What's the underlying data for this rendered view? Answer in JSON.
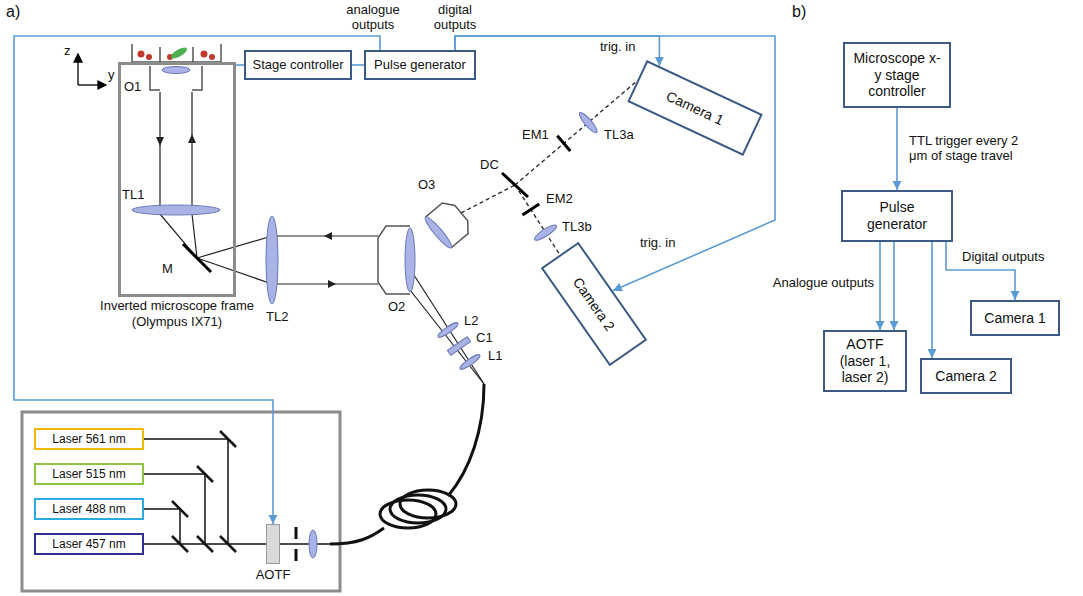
{
  "diagram": {
    "nodes": [
      {
        "text": [
          "Stage controller"
        ]
      },
      {
        "text": [
          "Pulse generator"
        ]
      },
      {
        "text": [
          "Camera 1"
        ]
      },
      {
        "text": [
          "Camera 2"
        ]
      },
      {
        "text": [
          "Inverted microscope frame (Olympus IX71)"
        ]
      },
      {
        "text": [
          "Laser 561 nm"
        ]
      },
      {
        "text": [
          "Laser 515 nm"
        ]
      },
      {
        "text": [
          "Laser 488 nm"
        ]
      },
      {
        "text": [
          "Laser 457 nm"
        ]
      },
      {
        "text": [
          "AOTF"
        ]
      },
      {
        "text": [
          "Microscope x-y stage controller"
        ]
      },
      {
        "text": [
          "Pulse generator"
        ]
      },
      {
        "text": [
          "AOTF (laser 1, laser 2)"
        ]
      },
      {
        "text": [
          "Camera 1"
        ]
      },
      {
        "text": [
          "Camera 2"
        ]
      }
    ],
    "edges": [
      {
        "from": 0,
        "to": 1,
        "arrow": "none"
      },
      {
        "from": 0,
        "to": 4,
        "arrow": "none"
      },
      {
        "from": 1,
        "to": 2,
        "arrow": "to"
      },
      {
        "from": 1,
        "to": 3,
        "arrow": "to"
      },
      {
        "from": 1,
        "to": 9,
        "arrow": "to"
      },
      {
        "from": 10,
        "to": 11,
        "label": "TTL trigger every 2 μm of stage travel",
        "arrow": "to"
      },
      {
        "from": 11,
        "to": 12,
        "arrow": "to"
      },
      {
        "from": 11,
        "to": 12,
        "arrow": "to"
      },
      {
        "from": 11,
        "to": 13,
        "arrow": "to"
      },
      {
        "from": 11,
        "to": 14,
        "arrow": "to"
      }
    ],
    "labels": [
      "a)",
      "b)",
      "analogue outputs",
      "digital outputs",
      "trig. in",
      "trig. in",
      "z",
      "y",
      "O1",
      "TL1",
      "M",
      "TL2",
      "O2",
      "O3",
      "DC",
      "EM1",
      "EM2",
      "TL3a",
      "TL3b",
      "L2",
      "C1",
      "L1",
      "Analogue outputs",
      "Digital outputs"
    ]
  }
}
